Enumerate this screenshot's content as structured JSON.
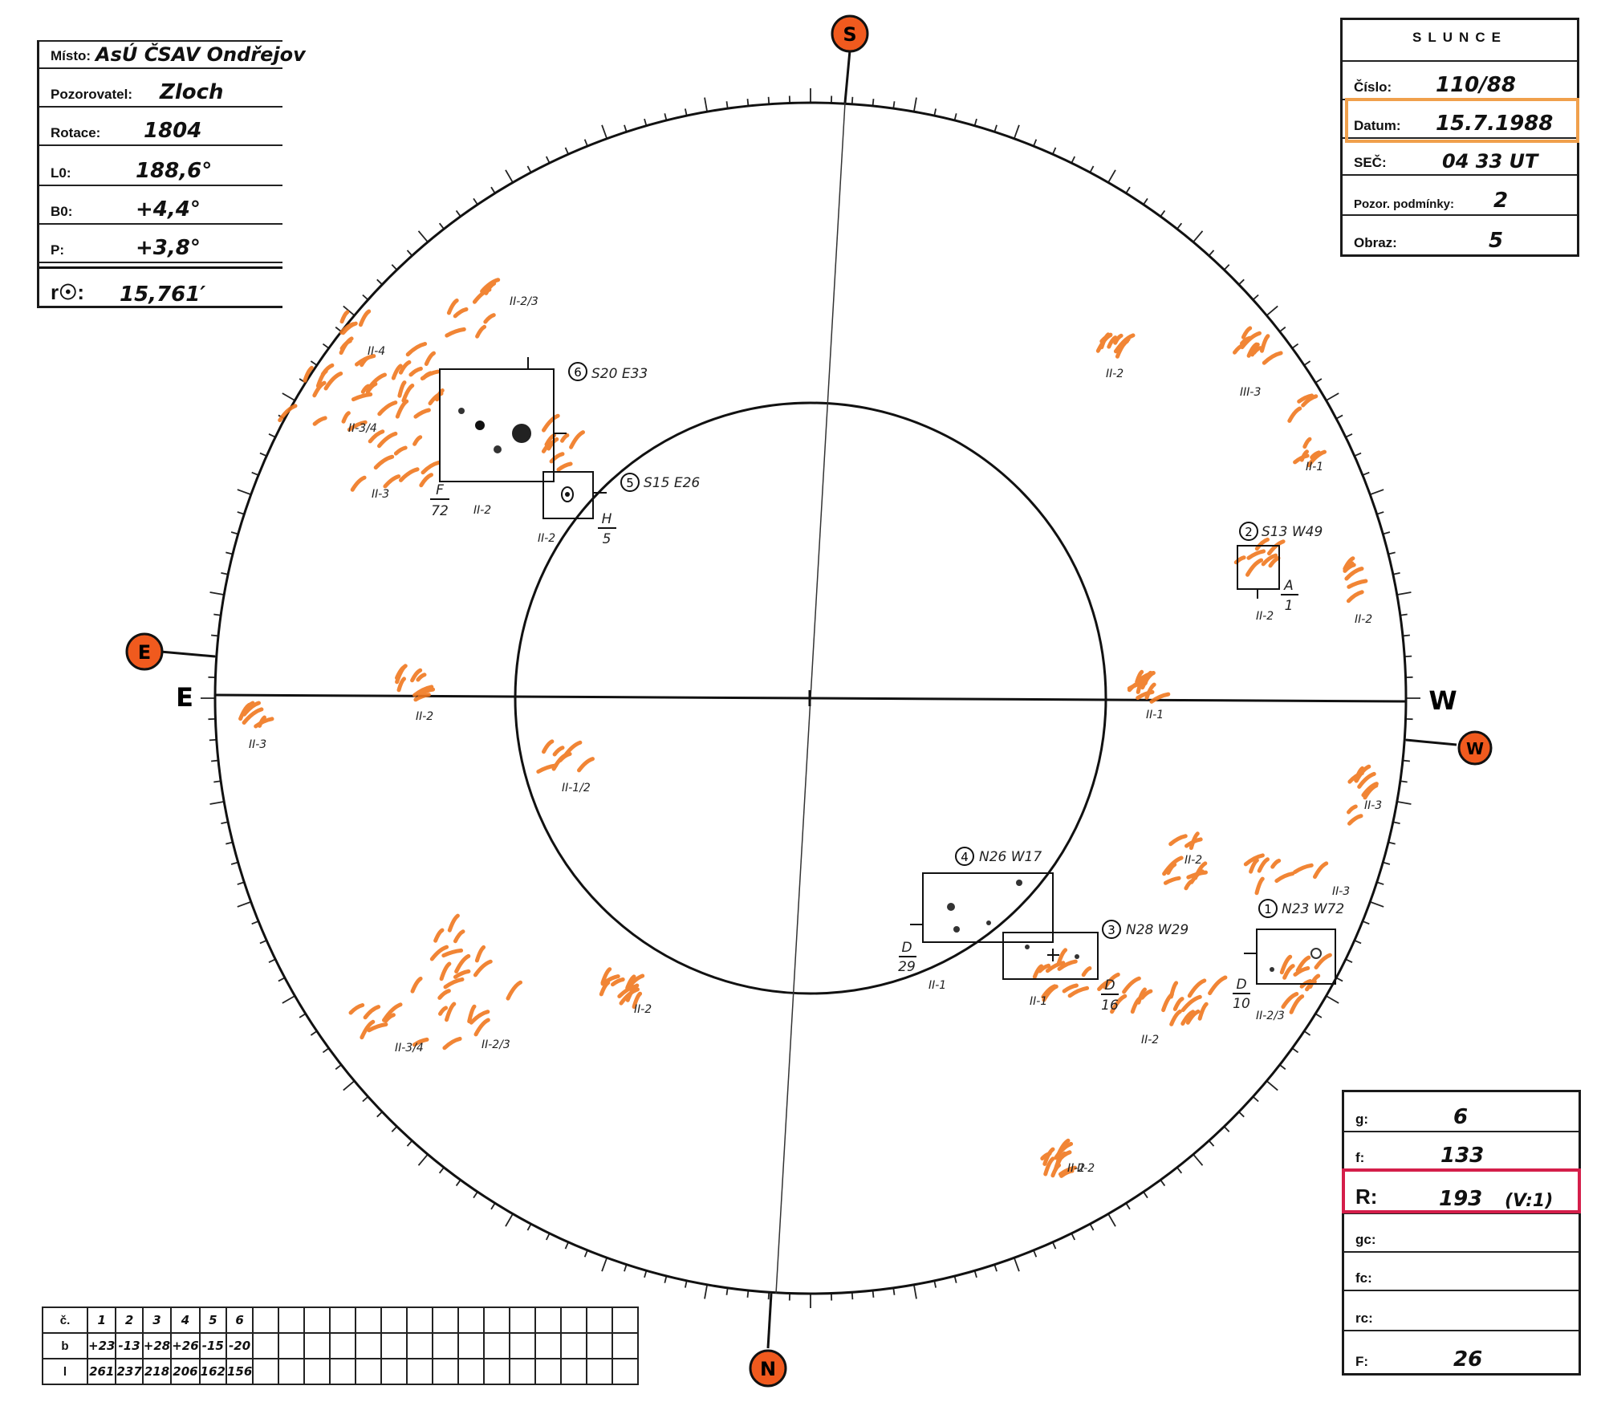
{
  "info_box": {
    "misto_label": "Místo:",
    "misto_value": "AsÚ ČSAV Ondřejov",
    "pozorovatel_label": "Pozorovatel:",
    "pozorovatel_value": "Zloch",
    "rotace_label": "Rotace:",
    "rotace_value": "1804",
    "l0_label": "L0:",
    "l0_value": "188,6°",
    "b0_label": "B0:",
    "b0_value": "+4,4°",
    "p_label": "P:",
    "p_value": "+3,8°",
    "r_label": "r☉:",
    "r_value": "15,761′"
  },
  "slunce_box": {
    "title": "SLUNCE",
    "cislo_label": "Číslo:",
    "cislo_value": "110/88",
    "datum_label": "Datum:",
    "datum_value": "15.7.1988",
    "sec_label": "SEČ:",
    "sec_value": "04 33 UT",
    "podminky_label": "Pozor. podmínky:",
    "podminky_value": "2",
    "obraz_label": "Obraz:",
    "obraz_value": "5",
    "highlight_color": "#f0a04c"
  },
  "counts_box": {
    "g_label": "g:",
    "g_value": "6",
    "f_label": "f:",
    "f_value": "133",
    "r_label": "R:",
    "r_value": "193",
    "r_note": "(V:1)",
    "gc_label": "gc:",
    "fc_label": "fc:",
    "rc_label": "rc:",
    "F_label": "F:",
    "F_value": "26",
    "highlight_color": "#d41e4a"
  },
  "groups_table": {
    "row_c_label": "č.",
    "row_b_label": "b",
    "row_l_label": "l",
    "c": [
      "1",
      "2",
      "3",
      "4",
      "5",
      "6"
    ],
    "b": [
      "+23",
      "-13",
      "+28",
      "+26",
      "-15",
      "-20"
    ],
    "l": [
      "261",
      "237",
      "218",
      "206",
      "162",
      "156"
    ]
  },
  "disk": {
    "direction_labels": {
      "S": "S",
      "N": "N",
      "E": "E",
      "W": "W"
    },
    "axis_labels": {
      "E": "E",
      "W": "W"
    },
    "marker_color": "#f05a1e",
    "facula_color": "#f07820",
    "groups": [
      {
        "num": "1",
        "coord": "N23 W72",
        "cls_top": "D",
        "cls_bottom": "10"
      },
      {
        "num": "2",
        "coord": "S13 W49",
        "cls_top": "A",
        "cls_bottom": "1"
      },
      {
        "num": "3",
        "coord": "N28 W29",
        "cls_top": "D",
        "cls_bottom": "16"
      },
      {
        "num": "4",
        "coord": "N26 W17",
        "cls_top": "D",
        "cls_bottom": "29"
      },
      {
        "num": "5",
        "coord": "S15 E26",
        "cls_top": "H",
        "cls_bottom": "5"
      },
      {
        "num": "6",
        "coord": "S20 E33",
        "cls_top": "F",
        "cls_bottom": "72"
      }
    ],
    "facula_notes": [
      "II-2/3",
      "II-4",
      "II-3/4",
      "II-3",
      "II-2",
      "II-2",
      "II-2",
      "III-3",
      "II-1",
      "II-2",
      "II-2",
      "II-3",
      "II-2",
      "II-1/2",
      "II-1",
      "II-3",
      "II-2",
      "II-3",
      "II-1",
      "II-1",
      "II-2/3",
      "II-2",
      "II-2",
      "II-3/4",
      "II-2/3",
      "II-2",
      "II-2"
    ]
  }
}
